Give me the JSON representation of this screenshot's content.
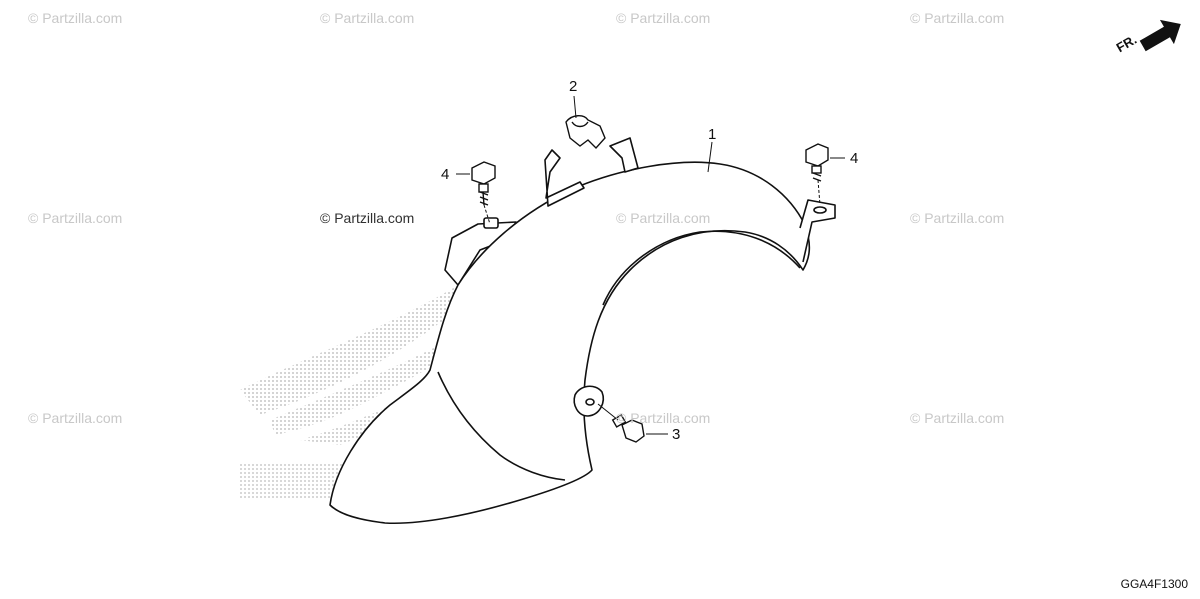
{
  "watermark_text": "© Partzilla.com",
  "center_watermark_text": "© Partzilla.com",
  "callouts": [
    "1",
    "2",
    "3",
    "4",
    "4"
  ],
  "direction_label": "FR.",
  "diagram_code": "GGA4F1300",
  "icons": [
    "direction-arrow-icon"
  ],
  "colors": {
    "line": "#111111",
    "watermark": "#c8c8c8",
    "honda_logo_dots": "#bdbdbd"
  }
}
